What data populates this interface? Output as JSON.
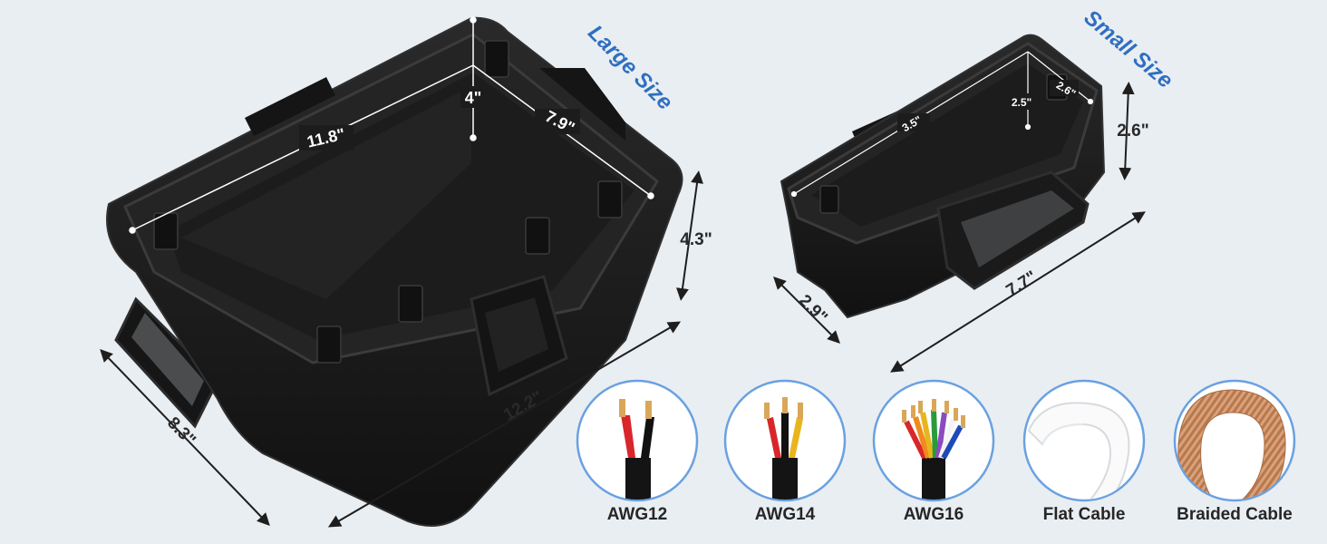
{
  "colors": {
    "background": "#e9eef3",
    "accent_blue": "#2f6fc0",
    "circle_stroke": "#6aa1e0",
    "box_black": "#1b1b1b"
  },
  "large_box": {
    "tag": "Large Size",
    "inner_length": "11.8\"",
    "inner_width": "7.9\"",
    "inner_depth": "4\"",
    "outer_height": "4.3\"",
    "outer_length": "12.2\"",
    "outer_width": "8.3\""
  },
  "small_box": {
    "tag": "Small Size",
    "inner_length": "3.5\"",
    "inner_width": "2.6\"",
    "inner_depth": "2.5\"",
    "outer_height": "2.6\"",
    "outer_length": "7.7\"",
    "outer_width": "2.9\""
  },
  "cables": [
    {
      "label": "AWG12",
      "icon": "two-core-cable-icon"
    },
    {
      "label": "AWG14",
      "icon": "three-core-cable-icon"
    },
    {
      "label": "AWG16",
      "icon": "multi-core-cable-icon"
    },
    {
      "label": "Flat Cable",
      "icon": "flat-cable-icon"
    },
    {
      "label": "Braided Cable",
      "icon": "braided-cable-icon"
    }
  ]
}
